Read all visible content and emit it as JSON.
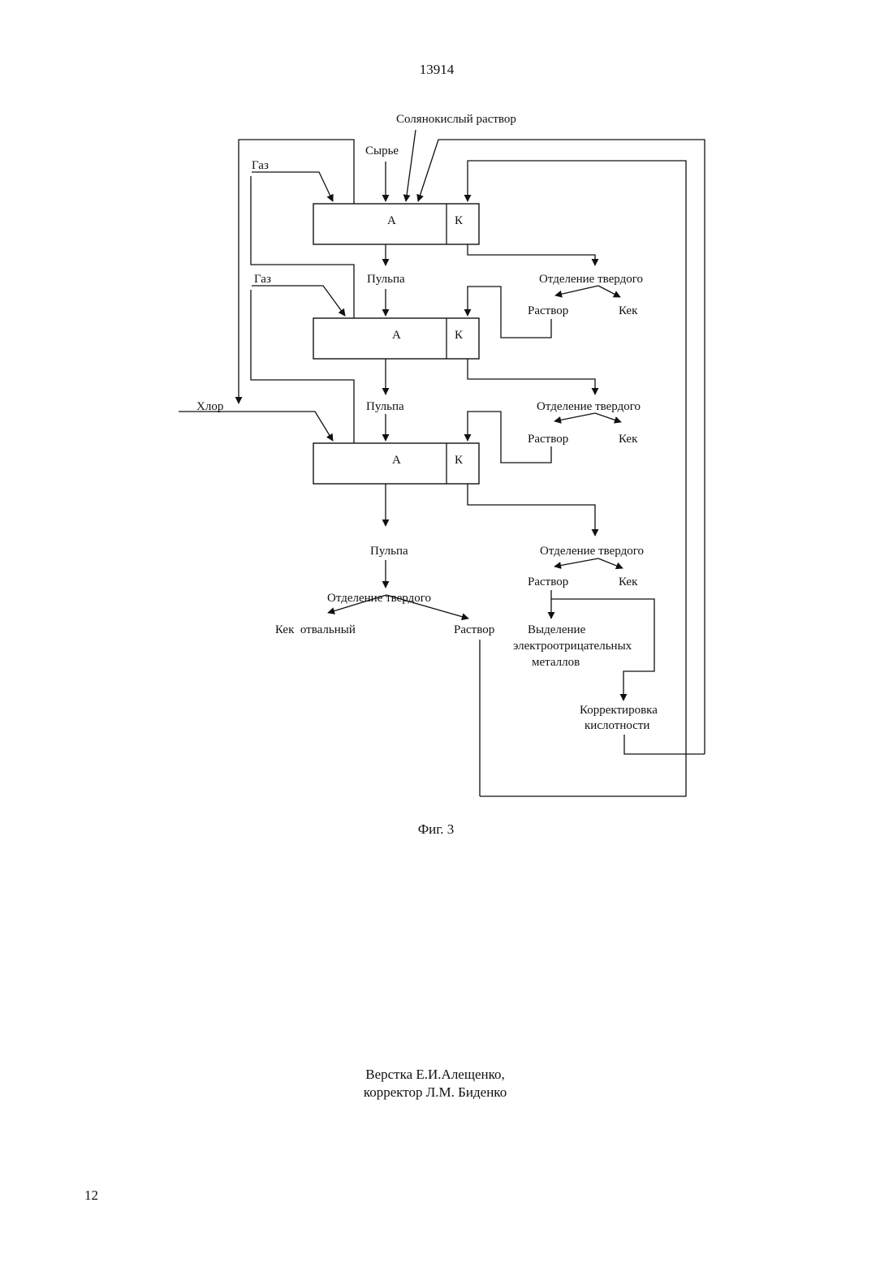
{
  "page": {
    "patent_number": "13914",
    "figure_caption": "Фиг. 3",
    "credits": [
      "Верстка Е.И.Алещенко,",
      "корректор Л.М. Биденко"
    ],
    "page_number": "12"
  },
  "diagram": {
    "inputs": {
      "hcl_solution": "Солянокислый раствор",
      "raw_material": "Сырье",
      "gas_1": "Газ",
      "gas_2": "Газ",
      "chlorine": "Хлор"
    },
    "stages": [
      {
        "anode_label": "А",
        "cathode_label": "К"
      },
      {
        "anode_label": "А",
        "cathode_label": "К"
      },
      {
        "anode_label": "А",
        "cathode_label": "К"
      }
    ],
    "pulp_labels": [
      "Пульпа",
      "Пульпа",
      "Пульпа"
    ],
    "cathode_separations": [
      {
        "title": "Отделение твердого",
        "solution": "Раствор",
        "cake": "Кек"
      },
      {
        "title": "Отделение твердого",
        "solution": "Раствор",
        "cake": "Кек"
      },
      {
        "title": "Отделение твердого",
        "solution": "Раствор",
        "cake": "Кек"
      }
    ],
    "final_separation": {
      "title": "Отделение твердого",
      "cake": "Кек  отвальный",
      "solution": "Раствор"
    },
    "metal_recovery": [
      "Выделение",
      "электроотрицательных",
      "металлов"
    ],
    "acidity_correction": [
      "Корректировка",
      "кислотности"
    ]
  }
}
